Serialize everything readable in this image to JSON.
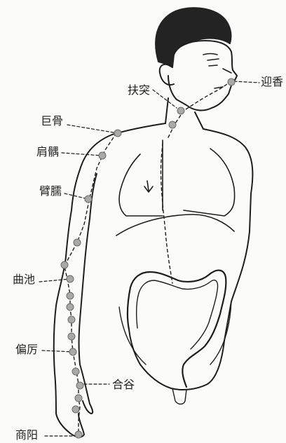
{
  "title": "",
  "points": [
    {
      "id": "yingxiang",
      "label": "迎香"
    },
    {
      "id": "futu",
      "label": "扶突"
    },
    {
      "id": "jugu",
      "label": "巨骨"
    },
    {
      "id": "jianyu",
      "label": "肩髃"
    },
    {
      "id": "binao",
      "label": "臂臑"
    },
    {
      "id": "quchi",
      "label": "曲池"
    },
    {
      "id": "pianli",
      "label": "偏厉"
    },
    {
      "id": "hegu",
      "label": "合谷"
    },
    {
      "id": "shangyang",
      "label": "商阳"
    }
  ],
  "colors": {
    "line": "#1e1e1e",
    "point": "#a9a9a9",
    "point_stroke": "#6b6b6b",
    "hair": "#232323",
    "background": "#fbfbfa"
  }
}
